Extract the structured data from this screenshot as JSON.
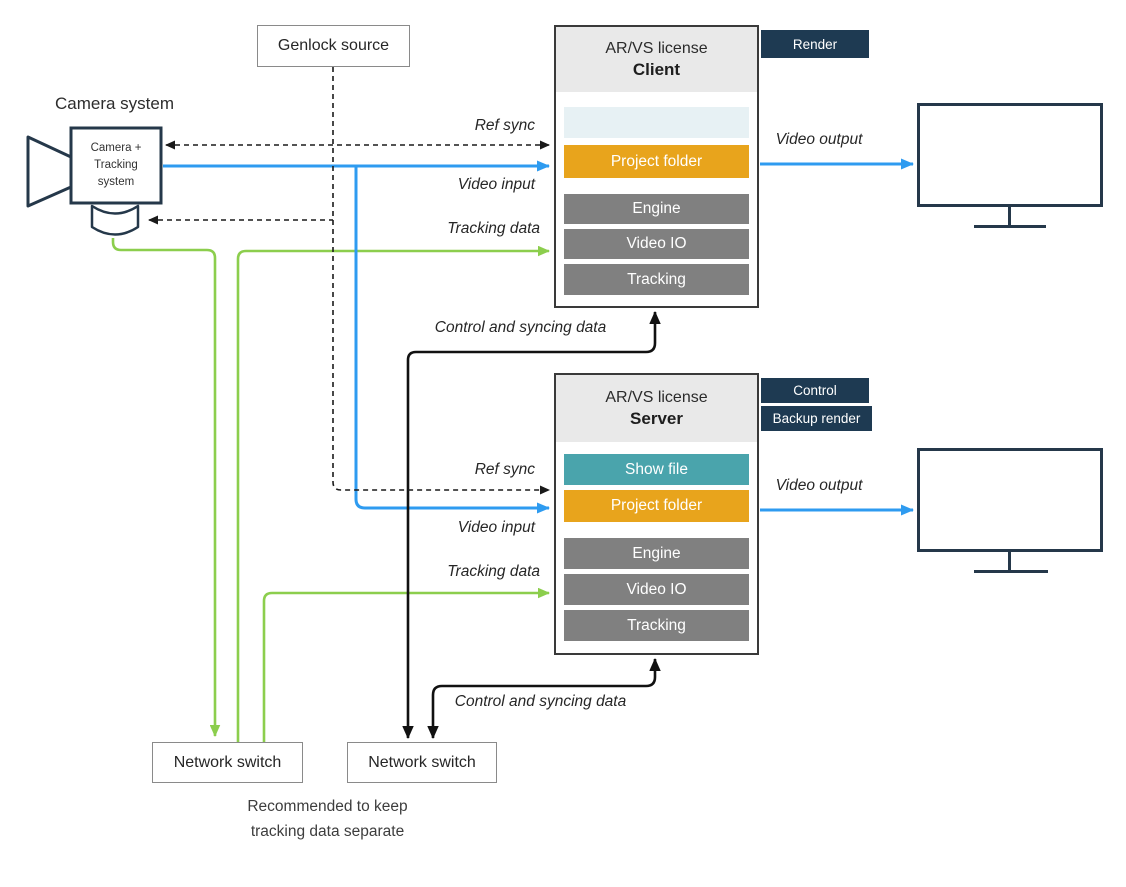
{
  "colors": {
    "badge_navy": "#1e3a52",
    "outline_dark": "#25384a",
    "video_blue": "#2e9bf0",
    "tracking_green": "#8cce4d",
    "project_orange": "#e8a41c",
    "show_file_teal": "#4aa4ac",
    "module_gray": "#808080",
    "header_gray": "#e9e9e9",
    "slot_light_blue": "#e7f1f4"
  },
  "camera": {
    "title": "Camera system",
    "device": "Camera +\nTracking\nsystem"
  },
  "genlock": {
    "label": "Genlock source"
  },
  "client": {
    "license": "AR/VS license",
    "role": "Client",
    "badge": "Render",
    "modules": {
      "slot": "",
      "project": "Project folder",
      "engine": "Engine",
      "video_io": "Video IO",
      "tracking": "Tracking"
    }
  },
  "server": {
    "license": "AR/VS license",
    "role": "Server",
    "badge_control": "Control",
    "badge_backup": "Backup render",
    "modules": {
      "show_file": "Show file",
      "project": "Project folder",
      "engine": "Engine",
      "video_io": "Video IO",
      "tracking": "Tracking"
    }
  },
  "switches": {
    "tracking_switch": "Network switch",
    "control_switch": "Network switch"
  },
  "note": "Recommended to keep\ntracking data separate",
  "edges": {
    "ref_sync_client": "Ref sync",
    "video_input_client": "Video input",
    "tracking_data_client": "Tracking data",
    "video_output_client": "Video output",
    "control_client": "Control and syncing data",
    "ref_sync_server": "Ref sync",
    "video_input_server": "Video input",
    "tracking_data_server": "Tracking data",
    "video_output_server": "Video output",
    "control_server": "Control and syncing data"
  }
}
